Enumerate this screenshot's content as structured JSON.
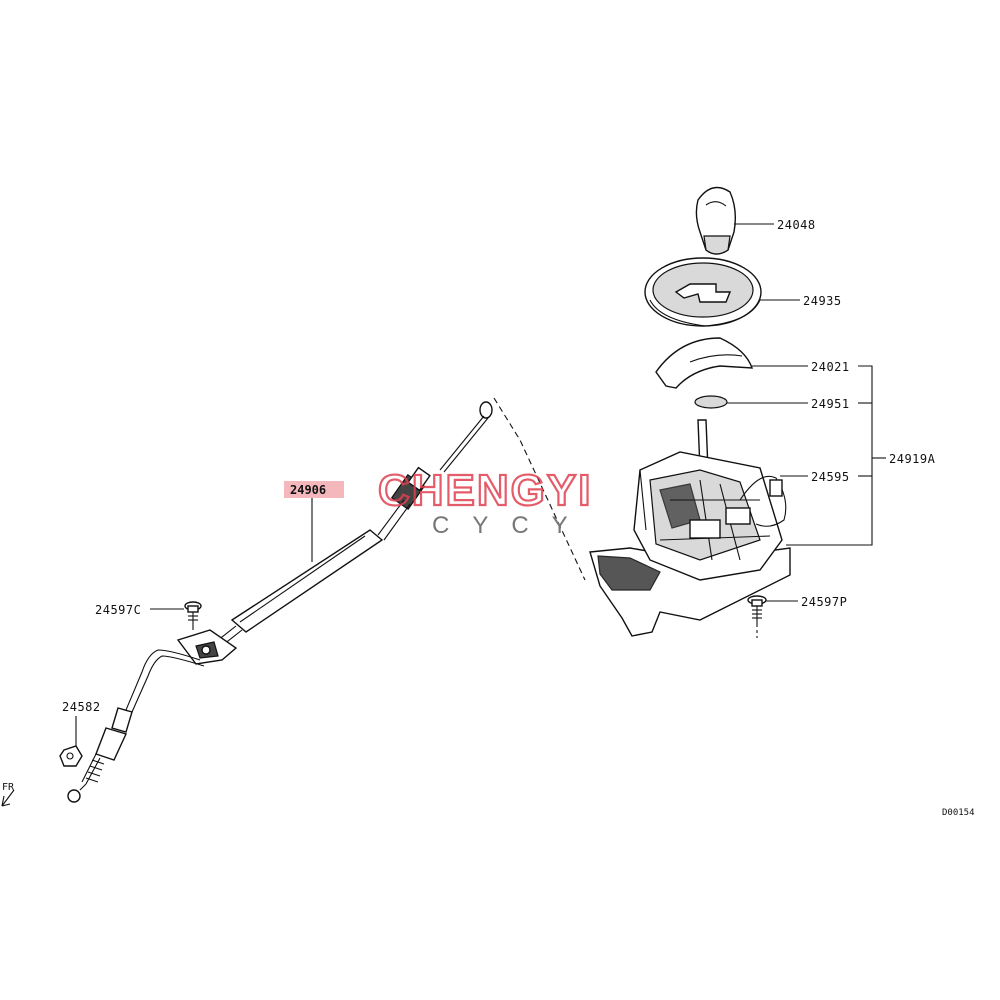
{
  "parts": {
    "knob": "24048",
    "bezel": "24935",
    "cover": "24021",
    "plate": "24951",
    "assembly": "24919A",
    "sensor": "24595",
    "bolt_p": "24597P",
    "cable": "24906",
    "bolt_c": "24597C",
    "nut": "24582"
  },
  "watermark": {
    "brand": "CHENGYI",
    "sub": "CYCY"
  },
  "diagram_code": "D00154",
  "direction_label": "FR",
  "highlight_color": "#f4b8bc",
  "watermark_color": "#e04050"
}
